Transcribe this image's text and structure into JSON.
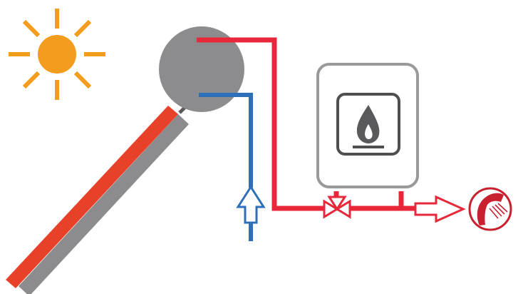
{
  "diagram": {
    "type": "solar water heating schematic",
    "components": [
      "sun-icon",
      "solar-collector-panel",
      "storage-tank",
      "hot-water-pipe",
      "cold-water-pipe",
      "cold-water-inlet-arrow",
      "gas-boiler",
      "flame-icon",
      "three-way-valve",
      "hot-water-outlet-arrow",
      "shower-icon"
    ]
  },
  "colors": {
    "sun": "#F39C1E",
    "hot_pipe": "#E8283A",
    "cold_pipe": "#2F6FB8",
    "tank": "#8C8C8E",
    "panel_body": "#8C8C8E",
    "panel_stripe": "#E8412A",
    "boiler_outline": "#9A9A9C",
    "flame": "#5A5A5C",
    "shower": "#C8202E"
  }
}
